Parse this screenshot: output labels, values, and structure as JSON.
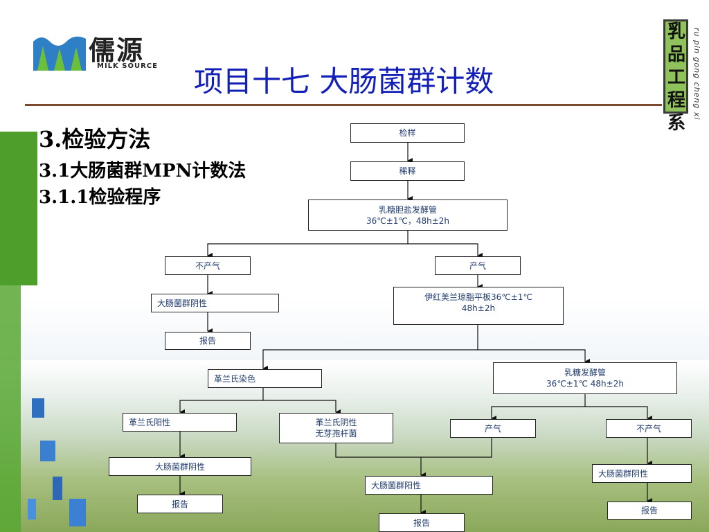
{
  "logo": {
    "cn": "儒源",
    "en": "MILK SOURCE"
  },
  "title": "项目十七 大肠菌群计数",
  "badge": {
    "cn": "乳品工程系",
    "pinyin": "ru pin gong cheng xi"
  },
  "headings": {
    "h1": "3.检验方法",
    "h2": "3.1大肠菌群MPN计数法",
    "h3": "3.1.1检验程序"
  },
  "flow": {
    "sample": "检样",
    "dilute": "稀释",
    "lst": {
      "line1": "乳糖胆盐发酵管",
      "line2": "36℃±1℃，48h±2h"
    },
    "no_gas_1": "不产气",
    "gas_1": "产气",
    "neg_1": "大肠菌群阴性",
    "report_1": "报告",
    "emb": {
      "line1": "伊红美兰琼脂平板36℃±1℃",
      "line2": "48h±2h"
    },
    "gram": "革兰氏染色",
    "gram_pos": "革兰氏阳性",
    "gram_neg": {
      "line1": "革兰氏阴性",
      "line2": "无芽孢杆菌"
    },
    "neg_2": "大肠菌群阴性",
    "report_2": "报告",
    "lactose": {
      "line1": "乳糖发酵管",
      "line2": "36℃±1℃ 48h±2h"
    },
    "gas_2": "产气",
    "no_gas_2": "不产气",
    "pos": "大肠菌群阳性",
    "report_3": "报告",
    "neg_3": "大肠菌群阴性",
    "report_4": "报告"
  }
}
